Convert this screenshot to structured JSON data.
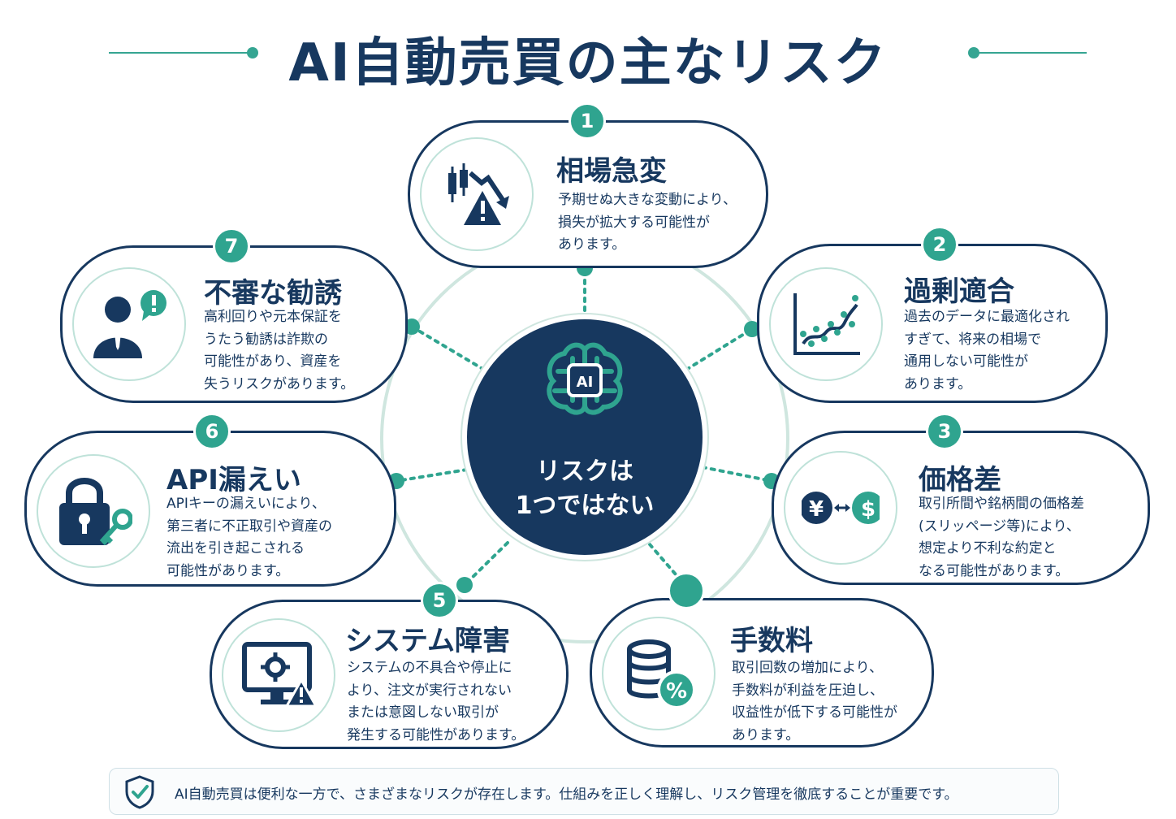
{
  "title": "AI自動売買の主なリスク",
  "center": {
    "line1": "リスクは",
    "line2": "1つではない",
    "icon_label": "AI"
  },
  "risks": [
    {
      "number": "1",
      "title": "相場急変",
      "icon": "chart-down-warning-icon",
      "desc": "予期せぬ大きな変動により、\n損失が拡大する可能性が\nあります。"
    },
    {
      "number": "2",
      "title": "過剰適合",
      "icon": "overfit-chart-icon",
      "desc": "過去のデータに最適化され\nすぎて、将来の相場で\n通用しない可能性が\nあります。"
    },
    {
      "number": "3",
      "title": "価格差",
      "icon": "yen-dollar-exchange-icon",
      "desc": "取引所間や銘柄間の価格差\n(スリッページ等)により、\n想定より不利な約定と\nなる可能性があります。"
    },
    {
      "number": "",
      "title": "手数料",
      "icon": "coins-percent-icon",
      "desc": "取引回数の増加により、\n手数料が利益を圧迫し、\n収益性が低下する可能性が\nあります。"
    },
    {
      "number": "5",
      "title": "システム障害",
      "icon": "monitor-gear-warning-icon",
      "desc": "システムの不具合や停止に\nより、注文が実行されない\nまたは意図しない取引が\n発生する可能性があります。"
    },
    {
      "number": "6",
      "title": "API漏えい",
      "icon": "padlock-key-icon",
      "desc": "APIキーの漏えいにより、\n第三者に不正取引や資産の\n流出を引き起こされる\n可能性があります。"
    },
    {
      "number": "7",
      "title": "不審な勧誘",
      "icon": "person-alert-icon",
      "desc": "高利回りや元本保証を\nうたう勧誘は詐欺の\n可能性があり、資産を\n失うリスクがあります。"
    }
  ],
  "icon_text": {
    "yen": "¥",
    "dollar": "$",
    "percent": "%"
  },
  "footer": {
    "icon": "shield-check-icon",
    "text": "AI自動売買は便利な一方で、さまざまなリスクが存在します。仕組みを正しく理解し、リスク管理を徹底することが重要です。"
  },
  "colors": {
    "navy": "#17385f",
    "teal": "#2fa48f",
    "light_teal": "#bfe2d9"
  }
}
